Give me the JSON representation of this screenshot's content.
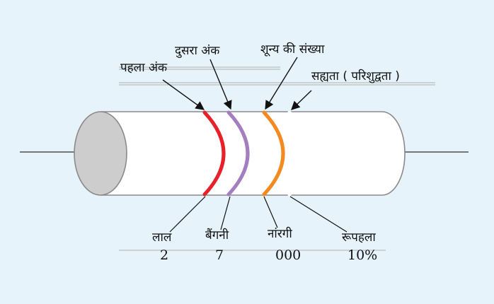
{
  "labels": {
    "first_digit": "पहला अंक",
    "second_digit": "दुसरा अंक",
    "num_zeros": "शून्य की संख्या",
    "tolerance": "सह्यता ( परिशुद्वता )"
  },
  "bands": [
    {
      "name": "लाल",
      "value": "2",
      "color": "#e8202a"
    },
    {
      "name": "बैंगनी",
      "value": "7",
      "color": "#a57ec0"
    },
    {
      "name": "नांरगी",
      "value": "000",
      "color": "#f4891f"
    },
    {
      "name": "रूपहला",
      "value": "10%",
      "color": "#ffffff"
    }
  ],
  "colors": {
    "background": "#e6f3fb",
    "body_fill": "#ffffff",
    "body_stroke": "#8a8a8a",
    "end_cap": "#cdcdcd",
    "lead": "#777777"
  }
}
